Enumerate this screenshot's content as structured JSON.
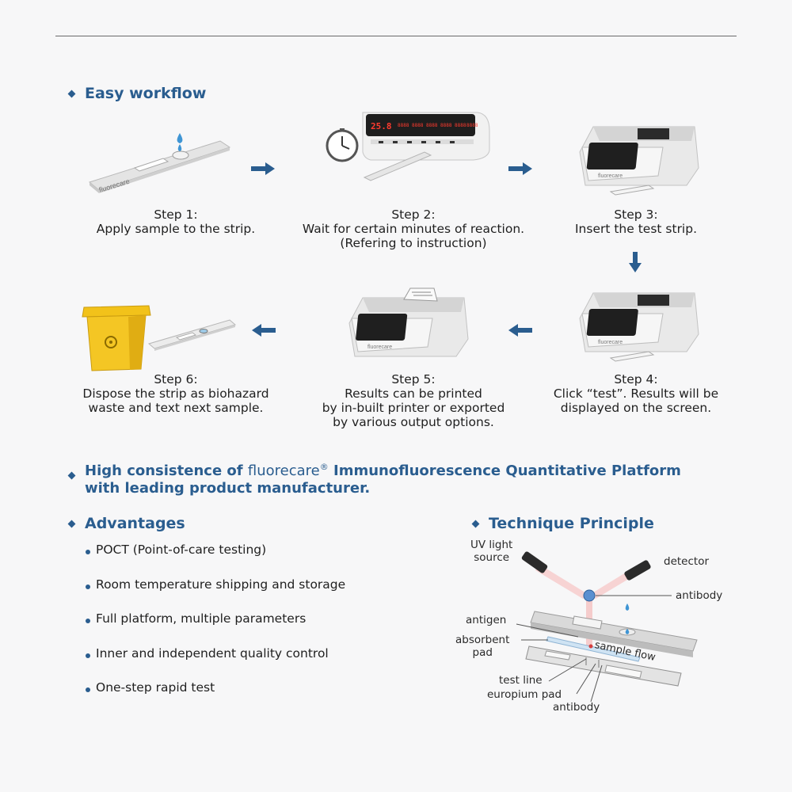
{
  "workflow": {
    "title": "Easy workflow",
    "steps": [
      {
        "num": "Step 1:",
        "lines": [
          "Apply sample to the strip."
        ]
      },
      {
        "num": "Step 2:",
        "lines": [
          "Wait for certain minutes of reaction.",
          "(Refering to instruction)"
        ]
      },
      {
        "num": "Step 3:",
        "lines": [
          "Insert the test strip."
        ]
      },
      {
        "num": "Step 4:",
        "lines": [
          "Click “test”. Results will be",
          "displayed on the screen."
        ]
      },
      {
        "num": "Step 5:",
        "lines": [
          "Results can be printed",
          "by in-built printer or exported",
          "by various output options."
        ]
      },
      {
        "num": "Step 6:",
        "lines": [
          "Dispose the strip as biohazard",
          "waste and text next sample."
        ]
      }
    ],
    "strip_brand": "fluorecare",
    "analyzer_display": [
      "25.8",
      "8888",
      "8888",
      "8888",
      "8888",
      "8888",
      "8888"
    ]
  },
  "consistency": {
    "line1_prefix": "High consistence of",
    "brand": "fluorecare",
    "brand_mark": "®",
    "line1_suffix": "Immunofluorescence Quantitative Platform",
    "line2": "with leading product manufacturer."
  },
  "advantages": {
    "title": "Advantages",
    "items": [
      "POCT (Point-of-care testing)",
      "Room temperature shipping and storage",
      "Full platform, multiple parameters",
      "Inner and independent quality control",
      "One-step rapid test"
    ]
  },
  "technique": {
    "title": "Technique Principle",
    "labels": {
      "uv_line1": "UV light",
      "uv_line2": "source",
      "detector": "detector",
      "antibody_top": "antibody",
      "antigen": "antigen",
      "absorbent_line1": "absorbent",
      "absorbent_line2": "pad",
      "sample_flow": "sample flow",
      "test_line": "test line",
      "europium_pad": "europium pad",
      "antibody_bottom": "antibody"
    }
  },
  "colors": {
    "accent": "#2a5d8f",
    "arrow": "#2a5d8f",
    "bin_yellow": "#f2c21a",
    "display_red": "#ff3b2f"
  }
}
